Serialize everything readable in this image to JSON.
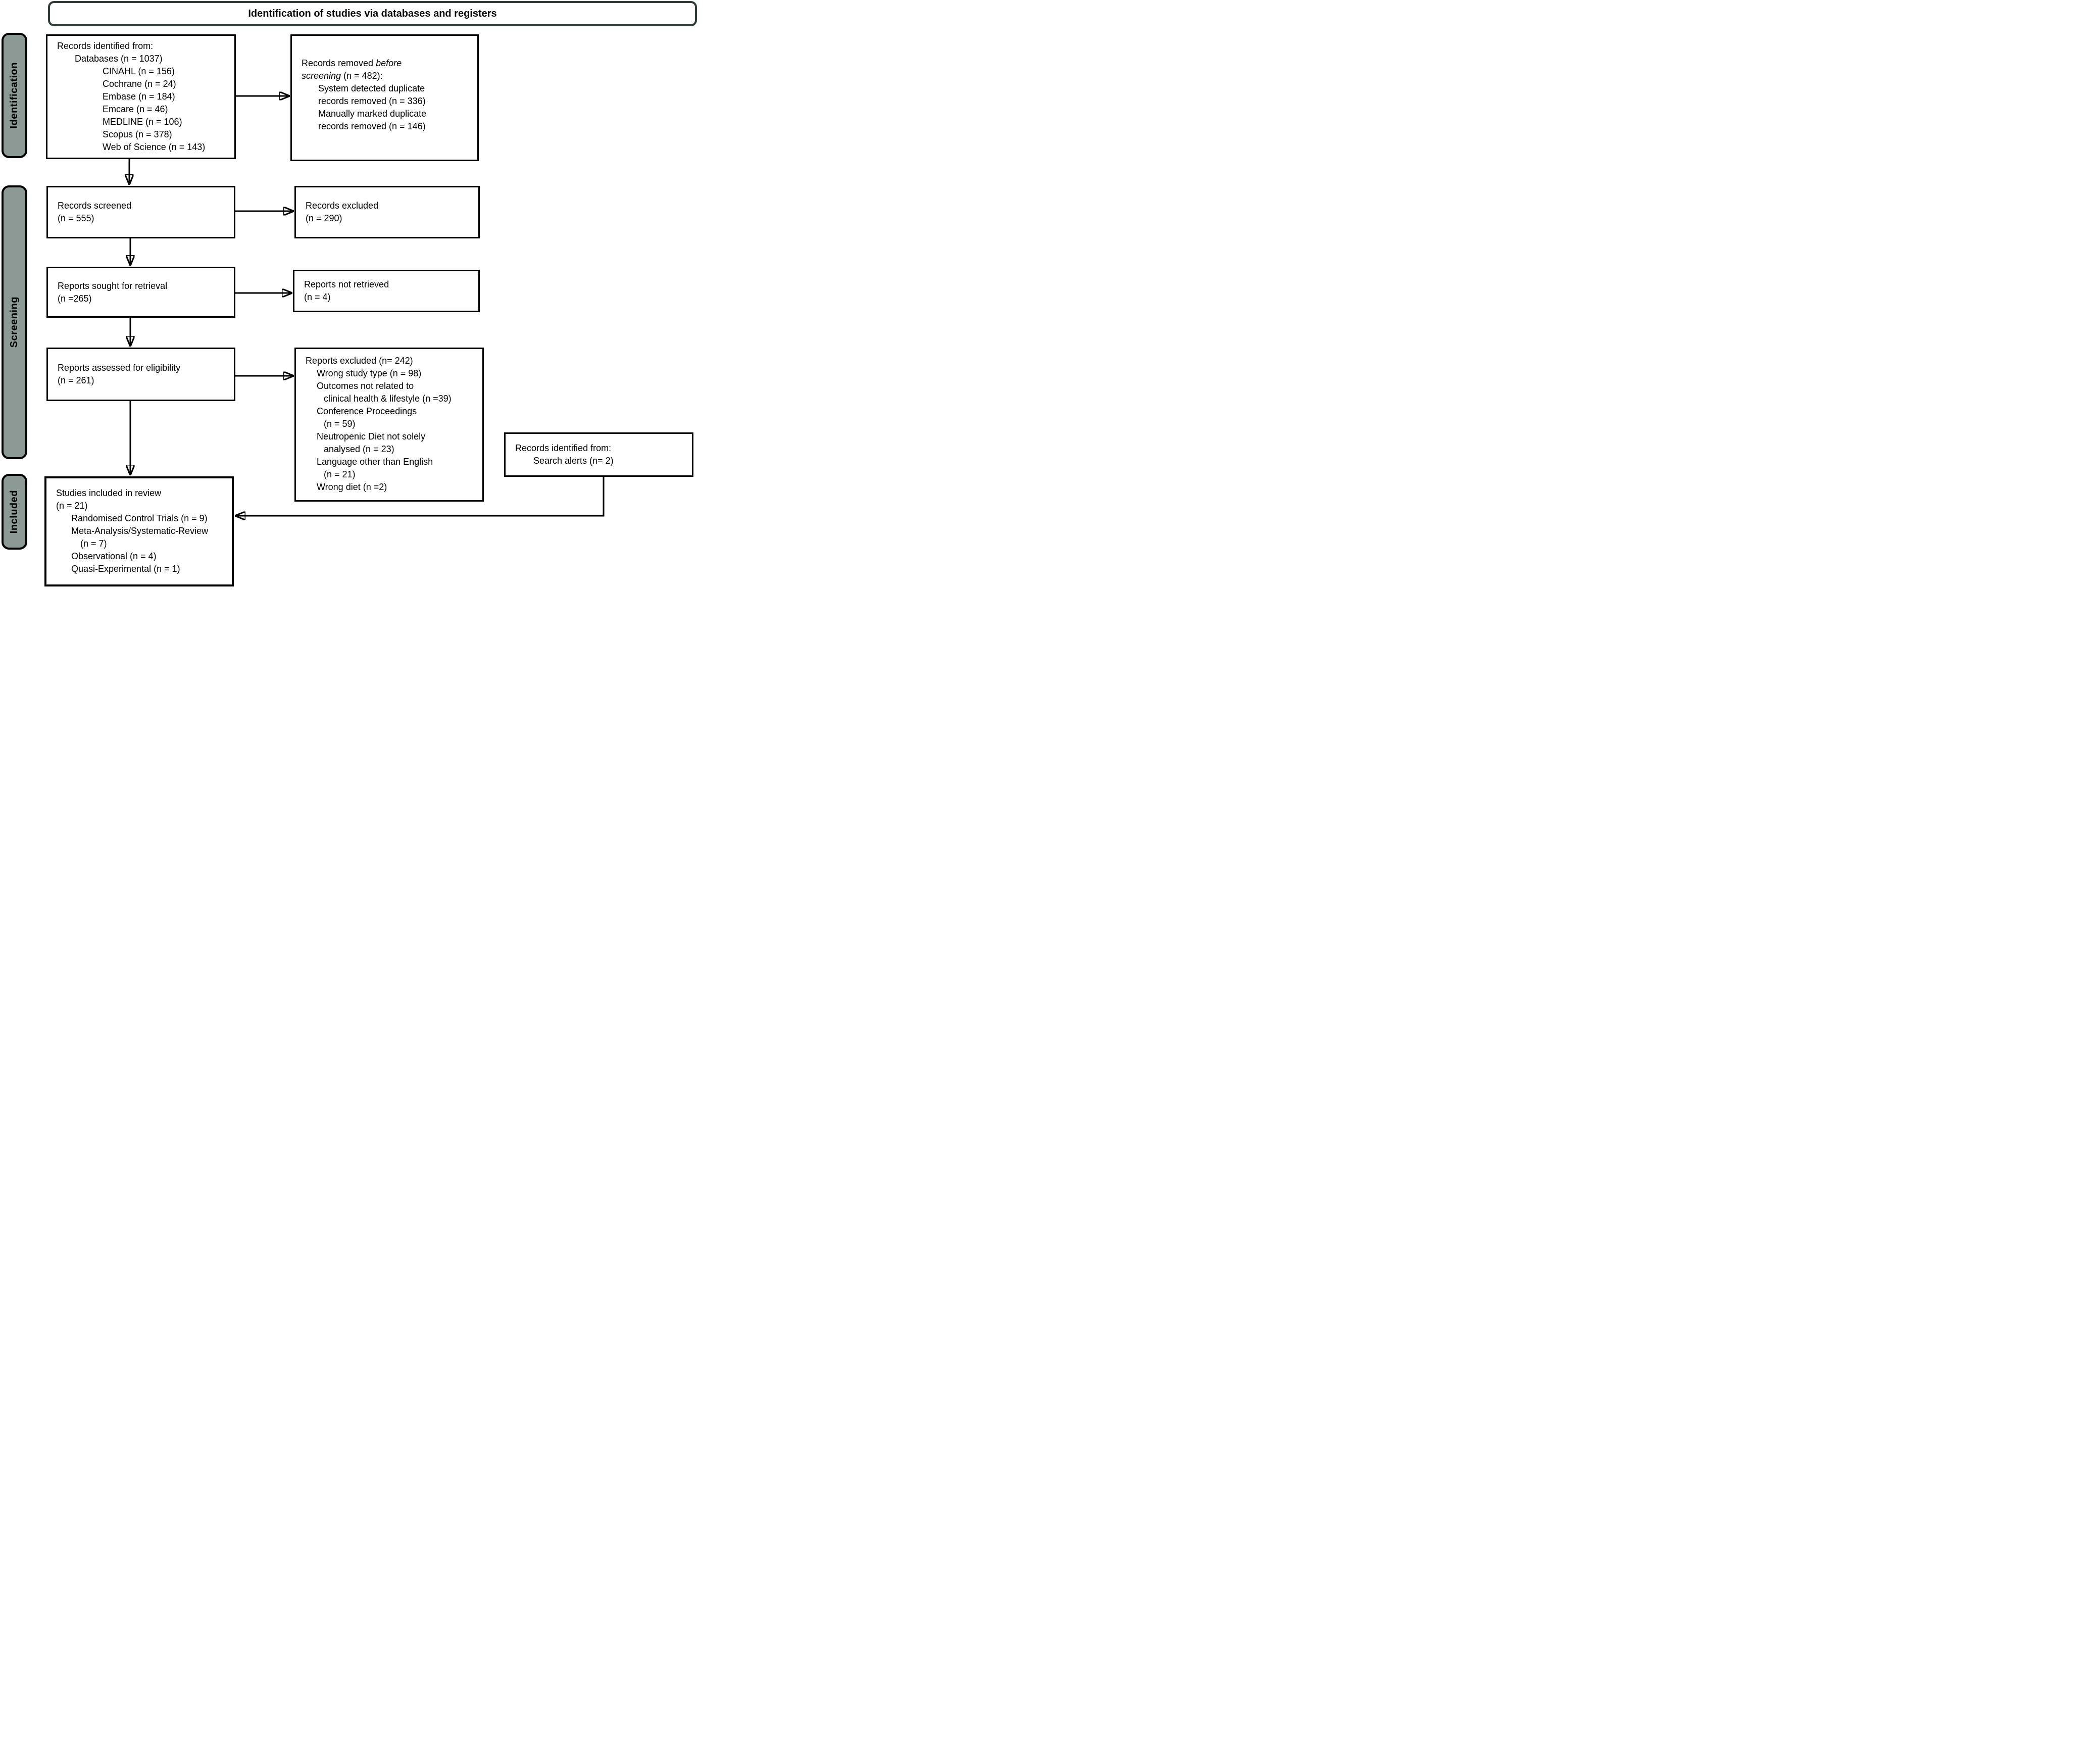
{
  "title": "Identification of studies via databases and registers",
  "side_labels": {
    "identification": "Identification",
    "screening": "Screening",
    "included": "Included"
  },
  "colors": {
    "side_label_fill": "#8c9a96",
    "side_label_border": "#000000",
    "title_border": "#2f3d3a",
    "box_border": "#000000",
    "arrow": "#000000",
    "background": "#ffffff"
  },
  "boxes": {
    "identified": {
      "lines": [
        {
          "text": "Records identified from:",
          "indent": 0
        },
        {
          "text": "Databases (n = 1037)",
          "indent": 1
        },
        {
          "text": "CINAHL (n = 156)",
          "indent": 2
        },
        {
          "text": "Cochrane (n = 24)",
          "indent": 2
        },
        {
          "text": "Embase (n = 184)",
          "indent": 2
        },
        {
          "text": "Emcare (n = 46)",
          "indent": 2
        },
        {
          "text": "MEDLINE (n = 106)",
          "indent": 2
        },
        {
          "text": "Scopus (n = 378)",
          "indent": 2
        },
        {
          "text": "Web of Science (n = 143)",
          "indent": 2
        }
      ]
    },
    "removed": {
      "lines": [
        {
          "text": "Records removed *before*",
          "indent": 0
        },
        {
          "text": "*screening* (n = 482):",
          "indent": 0
        },
        {
          "text": "System detected duplicate",
          "indent": 1
        },
        {
          "text": "records removed (n = 336)",
          "indent": 1
        },
        {
          "text": "Manually marked duplicate",
          "indent": 1
        },
        {
          "text": "records removed (n = 146)",
          "indent": 1
        }
      ]
    },
    "screened": {
      "lines": [
        {
          "text": "Records screened",
          "indent": 0
        },
        {
          "text": "(n = 555)",
          "indent": 0
        }
      ]
    },
    "records_excluded": {
      "lines": [
        {
          "text": "Records excluded",
          "indent": 0
        },
        {
          "text": "(n = 290)",
          "indent": 0
        }
      ]
    },
    "sought": {
      "lines": [
        {
          "text": "Reports sought for retrieval",
          "indent": 0
        },
        {
          "text": "(n =265)",
          "indent": 0
        }
      ]
    },
    "not_retrieved": {
      "lines": [
        {
          "text": "Reports not retrieved",
          "indent": 0
        },
        {
          "text": "(n = 4)",
          "indent": 0
        }
      ]
    },
    "assessed": {
      "lines": [
        {
          "text": "Reports assessed for eligibility",
          "indent": 0
        },
        {
          "text": "(n = 261)",
          "indent": 0
        }
      ]
    },
    "reports_excluded": {
      "lines": [
        {
          "text": "Reports excluded (n= 242)",
          "indent": 0
        },
        {
          "text": "Wrong study type (n = 98)",
          "indent": 1
        },
        {
          "text": "Outcomes not related to",
          "indent": 1
        },
        {
          "text": "clinical health & lifestyle (n =39)",
          "indent": 2
        },
        {
          "text": "Conference Proceedings",
          "indent": 1
        },
        {
          "text": "(n = 59)",
          "indent": 2
        },
        {
          "text": "Neutropenic Diet not solely",
          "indent": 1
        },
        {
          "text": "analysed (n = 23)",
          "indent": 2
        },
        {
          "text": "Language other than English",
          "indent": 1
        },
        {
          "text": "(n = 21)",
          "indent": 2
        },
        {
          "text": "Wrong diet (n =2)",
          "indent": 1
        }
      ]
    },
    "included": {
      "lines": [
        {
          "text": "Studies included in review",
          "indent": 0
        },
        {
          "text": "(n = 21)",
          "indent": 0
        },
        {
          "text": "Randomised Control Trials (n = 9)",
          "indent": 1
        },
        {
          "text": "Meta-Analysis/Systematic-Review",
          "indent": 1
        },
        {
          "text": "(n = 7)",
          "indent": 2
        },
        {
          "text": "Observational (n = 4)",
          "indent": 1
        },
        {
          "text": "Quasi-Experimental (n = 1)",
          "indent": 1
        }
      ]
    },
    "search_alerts": {
      "lines": [
        {
          "text": "Records identified from:",
          "indent": 0
        },
        {
          "text": "Search alerts (n= 2)",
          "indent": 1
        }
      ]
    }
  }
}
